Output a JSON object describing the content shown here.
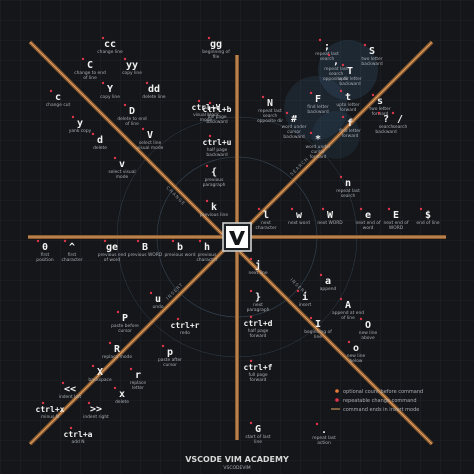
{
  "footer": {
    "title": "VSCODE VIM ACADEMY",
    "subtitle": "VSCODEVIM"
  },
  "colors": {
    "background": "#141619",
    "grid": "#24272c",
    "axis": "#e5a564",
    "axis_glow": "#8a5a30",
    "marker_orange": "#e87a3a",
    "marker_red": "#e0344a",
    "text": "#f2f2f2",
    "muted": "#a8acb2",
    "bubble": "#3a5878"
  },
  "legend": [
    {
      "icon": "orange-dot-icon",
      "label": "optional count before command"
    },
    {
      "icon": "red-dot-icon",
      "label": "repeatable change command"
    },
    {
      "icon": "arrow-line-icon",
      "label": "command ends in insert mode"
    }
  ],
  "axis_labels": {
    "ne": "SEARCH",
    "nw": "CHANGE",
    "sw": "INSERT",
    "se": "INSERT"
  },
  "center": {
    "icon": "vim-logo-icon"
  },
  "nodes": [
    {
      "key": "cc",
      "desc": "change line",
      "icon": ""
    },
    {
      "key": "C",
      "desc": "change to end of line",
      "icon": ""
    },
    {
      "key": "yy",
      "desc": "copy line",
      "icon": ""
    },
    {
      "key": "gg",
      "desc": "beginning of file",
      "icon": ""
    },
    {
      "key": "c",
      "desc": "change cut",
      "icon": ""
    },
    {
      "key": "Y",
      "desc": "copy line",
      "icon": ""
    },
    {
      "key": "dd",
      "desc": "delete line",
      "icon": ""
    },
    {
      "key": "y",
      "desc": "yank copy",
      "icon": ""
    },
    {
      "key": "D",
      "desc": "delete to end of line",
      "icon": ""
    },
    {
      "key": "ctrl+V",
      "desc": "visual block mode",
      "icon": ""
    },
    {
      "key": "ctrl+b",
      "desc": "full page backward",
      "icon": ""
    },
    {
      "key": "d",
      "desc": "delete",
      "icon": ""
    },
    {
      "key": "V",
      "desc": "select line visual mode",
      "icon": ""
    },
    {
      "key": "ctrl+u",
      "desc": "half page backward",
      "icon": ""
    },
    {
      "key": "v",
      "desc": "select visual mode",
      "icon": ""
    },
    {
      "key": "{",
      "desc": "previous paragraph",
      "icon": ""
    },
    {
      "key": "k",
      "desc": "previous line",
      "icon": ""
    },
    {
      "key": "0",
      "desc": "first position",
      "icon": ""
    },
    {
      "key": "^",
      "desc": "first character",
      "icon": ""
    },
    {
      "key": "ge",
      "desc": "previous end of word",
      "icon": ""
    },
    {
      "key": "B",
      "desc": "previous WORD",
      "icon": ""
    },
    {
      "key": "b",
      "desc": "previous word",
      "icon": ""
    },
    {
      "key": "h",
      "desc": "previous character",
      "icon": ""
    },
    {
      "key": "l",
      "desc": "next character",
      "icon": ""
    },
    {
      "key": "w",
      "desc": "next word",
      "icon": ""
    },
    {
      "key": "W",
      "desc": "next WORD",
      "icon": ""
    },
    {
      "key": "e",
      "desc": "next end of word",
      "icon": ""
    },
    {
      "key": "E",
      "desc": "next end of WORD",
      "icon": ""
    },
    {
      "key": "$",
      "desc": "end of line",
      "icon": ""
    },
    {
      "key": "S",
      "desc": "two letter backward",
      "icon": ""
    },
    {
      "key": "T",
      "desc": "upto letter backward",
      "icon": ""
    },
    {
      "key": "s",
      "desc": "two letter forward",
      "icon": ""
    },
    {
      "key": ";",
      "desc": "repeat last search",
      "icon": ""
    },
    {
      "key": ",",
      "desc": "repeat last search opposite dir",
      "icon": ""
    },
    {
      "key": "N",
      "desc": "repeat last search opposite dir",
      "icon": ""
    },
    {
      "key": "F",
      "desc": "find letter backward",
      "icon": ""
    },
    {
      "key": "t",
      "desc": "upto letter forward",
      "icon": ""
    },
    {
      "key": "#",
      "desc": "word under cursor backward",
      "icon": ""
    },
    {
      "key": "f",
      "desc": "find letter forward",
      "icon": ""
    },
    {
      "key": "/",
      "desc": "search",
      "icon": ""
    },
    {
      "key": "?",
      "desc": "search backward",
      "icon": ""
    },
    {
      "key": "*",
      "desc": "word under cursor forward",
      "icon": ""
    },
    {
      "key": "n",
      "desc": "repeat last search",
      "icon": ""
    },
    {
      "key": "j",
      "desc": "next line",
      "icon": ""
    },
    {
      "key": "}",
      "desc": "next paragraph",
      "icon": ""
    },
    {
      "key": "ctrl+d",
      "desc": "half page forward",
      "icon": ""
    },
    {
      "key": "ctrl+f",
      "desc": "full page forward",
      "icon": ""
    },
    {
      "key": "G",
      "desc": "start of last line",
      "icon": ""
    },
    {
      "key": "u",
      "desc": "undo",
      "icon": ""
    },
    {
      "key": "P",
      "desc": "paste before cursor",
      "icon": ""
    },
    {
      "key": "ctrl+r",
      "desc": "redo",
      "icon": ""
    },
    {
      "key": "R",
      "desc": "replace mode",
      "icon": ""
    },
    {
      "key": "p",
      "desc": "paste after cursor",
      "icon": ""
    },
    {
      "key": "X",
      "desc": "backspace",
      "icon": ""
    },
    {
      "key": "r",
      "desc": "replace letter",
      "icon": ""
    },
    {
      "key": "<<",
      "desc": "indent left",
      "icon": ""
    },
    {
      "key": "x",
      "desc": "delete",
      "icon": ""
    },
    {
      "key": "ctrl+x",
      "desc": "minus N",
      "icon": ""
    },
    {
      "key": ">>",
      "desc": "indent right",
      "icon": ""
    },
    {
      "key": "ctrl+a",
      "desc": "add N",
      "icon": ""
    },
    {
      "key": "a",
      "desc": "append",
      "icon": ""
    },
    {
      "key": "i",
      "desc": "insert",
      "icon": ""
    },
    {
      "key": "A",
      "desc": "append at end of line",
      "icon": ""
    },
    {
      "key": "I",
      "desc": "beginning of line",
      "icon": ""
    },
    {
      "key": "O",
      "desc": "new line above",
      "icon": ""
    },
    {
      "key": "o",
      "desc": "new line below",
      "icon": ""
    },
    {
      "key": ".",
      "desc": "repeat last action",
      "icon": ""
    }
  ]
}
